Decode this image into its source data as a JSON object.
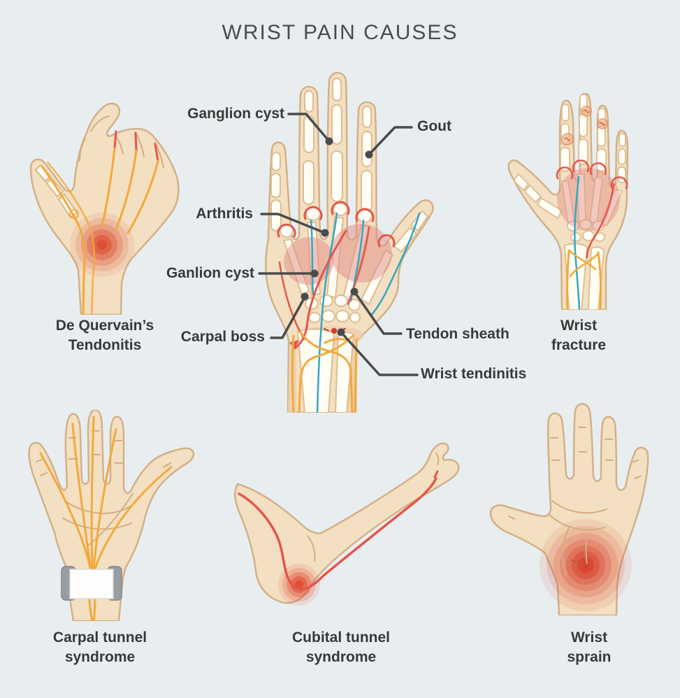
{
  "title": "WRIST PAIN CAUSES",
  "center_diagram": {
    "annotations": [
      {
        "label": "Ganglion cyst"
      },
      {
        "label": "Gout"
      },
      {
        "label": "Arthritis"
      },
      {
        "label": "Ganlion cyst"
      },
      {
        "label": "Carpal boss"
      },
      {
        "label": "Tendon sheath"
      },
      {
        "label": "Wrist tendinitis"
      }
    ]
  },
  "panels": [
    {
      "caption": "De Quervain’s Tendonitis"
    },
    {
      "caption": "Wrist fracture"
    },
    {
      "caption": "Carpal tunnel syndrome"
    },
    {
      "caption": "Cubital tunnel syndrome"
    },
    {
      "caption": "Wrist sprain"
    }
  ],
  "colors": {
    "background": "#e8eef0",
    "title_text": "#4b4b4b",
    "label_text": "#393939",
    "leader_line": "#4b4b4b",
    "skin": "#f3dfc1",
    "skin_outline": "#d3b088",
    "bone": "#fffdf4",
    "bone_outline": "#dcbd92",
    "tendon_yellow": "#f2a93c",
    "artery_red": "#e4564a",
    "vein_teal": "#33a6c6",
    "inflammation_pink": "#e28e85",
    "pain_glow": "#d8402c",
    "splint_gray": "#999ea2",
    "splint_white": "#fdfdfc"
  }
}
